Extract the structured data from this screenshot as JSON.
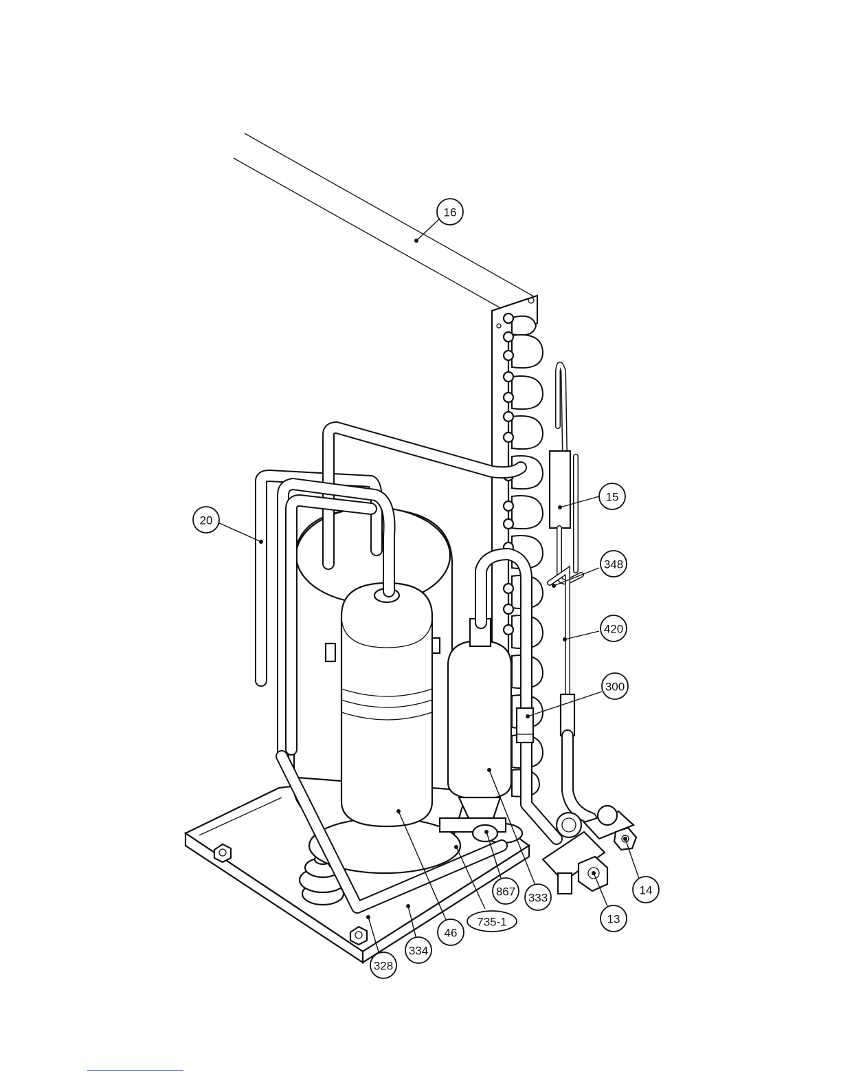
{
  "callouts": {
    "c16": "16",
    "c15": "15",
    "c20": "20",
    "c348": "348",
    "c420": "420",
    "c300": "300",
    "c14": "14",
    "c13": "13",
    "c333": "333",
    "c867": "867",
    "c735_1": "735-1",
    "c46": "46",
    "c334": "334",
    "c328": "328"
  },
  "colors": {
    "line": "#111111",
    "footer_rule": "#1a56c8"
  }
}
